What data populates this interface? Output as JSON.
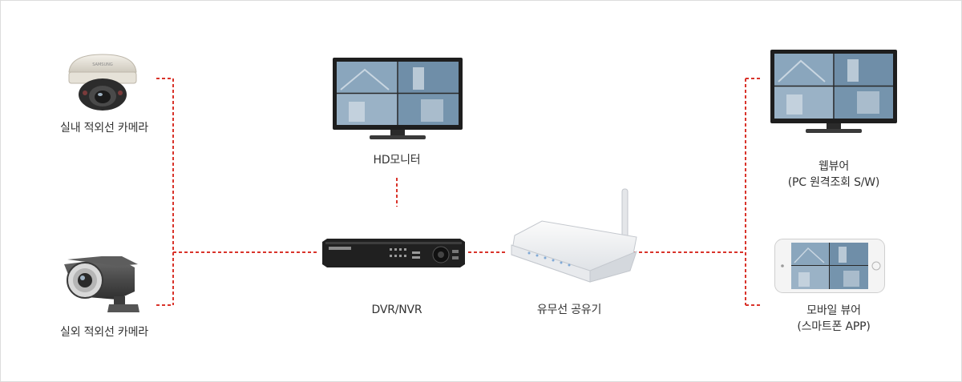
{
  "nodes": {
    "indoor_camera": {
      "label": "실내 적외선 카메라"
    },
    "outdoor_camera": {
      "label": "실외 적외선 카메라"
    },
    "hd_monitor": {
      "label": "HD모니터"
    },
    "dvr": {
      "label": "DVR/NVR"
    },
    "router": {
      "label": "유무선 공유기"
    },
    "web_viewer": {
      "label": "웹뷰어",
      "sublabel": "(PC 원격조회 S/W)"
    },
    "mobile_viewer": {
      "label": "모바일 뷰어",
      "sublabel": "(스마트폰 APP)"
    }
  },
  "camera_brand": "SAMSUNG",
  "colors": {
    "connector": "#d9342b",
    "text": "#333333",
    "device_dark": "#1e1e1e",
    "screen": "#7f9cb5"
  }
}
